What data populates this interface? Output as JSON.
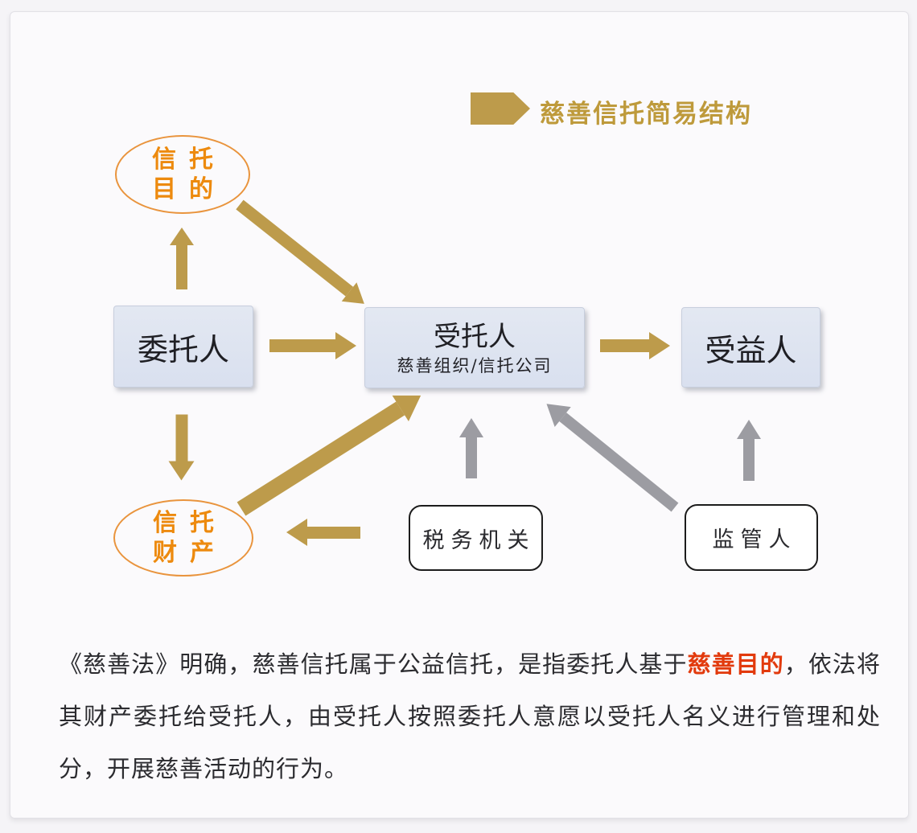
{
  "colors": {
    "gold": "#BD9B4B",
    "title_gold": "#BE9A3B",
    "gray": "#9C9CA2",
    "orange": "#ED8A0E",
    "orange_border": "#E9943D",
    "red": "#E23A0D",
    "box_blue": "#DDE4F0"
  },
  "title": {
    "text": "慈善信托简易结构"
  },
  "nodes": {
    "trust_purpose": {
      "line1": "信托",
      "line2": "目的"
    },
    "settlor": {
      "label": "委托人"
    },
    "trustee": {
      "label": "受托人",
      "sublabel": "慈善组织/信托公司"
    },
    "beneficiary": {
      "label": "受益人"
    },
    "trust_property": {
      "line1": "信托",
      "line2": "财产"
    },
    "tax_authority": {
      "label": "税务机关"
    },
    "supervisor": {
      "label": "监管人"
    }
  },
  "edges": [
    {
      "name": "settlor-to-trust-purpose",
      "direction": "up",
      "color": "gold"
    },
    {
      "name": "trust-purpose-to-trustee",
      "direction": "down-right",
      "color": "gold"
    },
    {
      "name": "settlor-to-trustee",
      "direction": "right",
      "color": "gold"
    },
    {
      "name": "trustee-to-beneficiary",
      "direction": "right",
      "color": "gold"
    },
    {
      "name": "settlor-to-trust-property",
      "direction": "down",
      "color": "gold"
    },
    {
      "name": "trust-property-to-trustee",
      "direction": "up-right",
      "color": "gold"
    },
    {
      "name": "arrow-into-trust-property",
      "direction": "left",
      "color": "gold"
    },
    {
      "name": "tax-authority-to-trustee",
      "direction": "up",
      "color": "gray"
    },
    {
      "name": "supervisor-to-trustee",
      "direction": "up-left",
      "color": "gray"
    },
    {
      "name": "supervisor-to-beneficiary",
      "direction": "up",
      "color": "gray"
    }
  ],
  "paragraph": {
    "part1": "《慈善法》明确，慈善信托属于公益信托，是指委托人基于",
    "highlight": "慈善目的",
    "part2": "，依法将其财产委托给受托人，由受托人按照委托人意愿以受托人名义进行管理和处分，开展慈善活动的行为。"
  }
}
